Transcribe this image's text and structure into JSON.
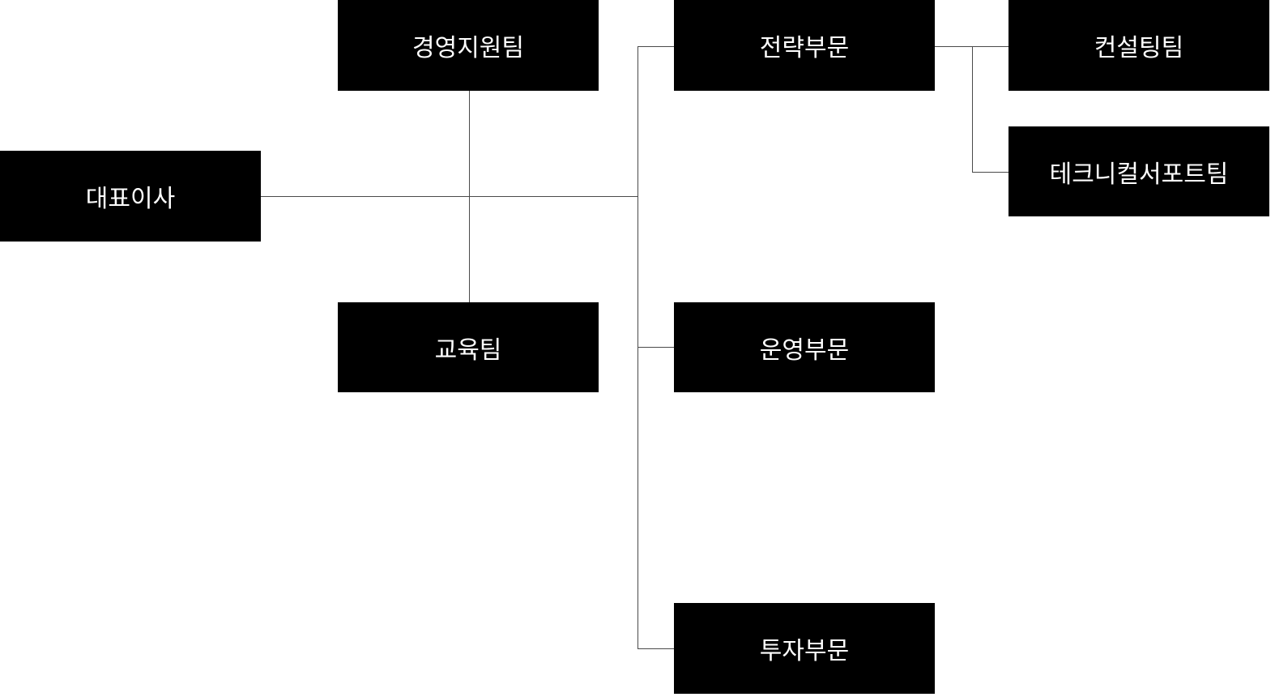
{
  "nodes": {
    "ceo": "대표이사",
    "management_support": "경영지원팀",
    "education": "교육팀",
    "strategy": "전략부문",
    "operations": "운영부문",
    "investment": "투자부문",
    "consulting": "컨설팅팀",
    "technical_support": "테크니컬서포트팀"
  }
}
